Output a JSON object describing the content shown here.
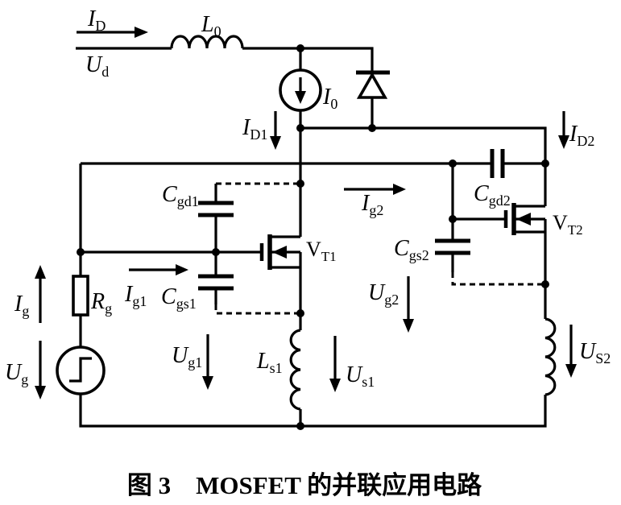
{
  "colors": {
    "line": "#000000",
    "background": "#ffffff"
  },
  "caption": "图 3　MOSFET 的并联应用电路",
  "labels": {
    "i_d": {
      "main": "I",
      "sub": "D"
    },
    "u_d": {
      "main": "U",
      "sub": "d"
    },
    "l0": {
      "main": "L",
      "sub": "0"
    },
    "i0": {
      "main": "I",
      "sub": "0"
    },
    "i_d1": {
      "main": "I",
      "sub": "D1"
    },
    "i_d2": {
      "main": "I",
      "sub": "D2"
    },
    "c_gd1": {
      "main": "C",
      "sub": "gd1"
    },
    "c_gs1": {
      "main": "C",
      "sub": "gs1"
    },
    "c_gd2": {
      "main": "C",
      "sub": "gd2"
    },
    "c_gs2": {
      "main": "C",
      "sub": "gs2"
    },
    "i_g1": {
      "main": "I",
      "sub": "g1"
    },
    "i_g2": {
      "main": "I",
      "sub": "g2"
    },
    "v_t1": {
      "main": "V",
      "sub": "T1"
    },
    "v_t2": {
      "main": "V",
      "sub": "T2"
    },
    "r_g": {
      "main": "R",
      "sub": "g"
    },
    "i_g": {
      "main": "I",
      "sub": "g"
    },
    "u_g": {
      "main": "U",
      "sub": "g"
    },
    "u_g1": {
      "main": "U",
      "sub": "g1"
    },
    "u_g2": {
      "main": "U",
      "sub": "g2"
    },
    "l_s1": {
      "main": "L",
      "sub": "s1"
    },
    "u_s1": {
      "main": "U",
      "sub": "s1"
    },
    "u_s2": {
      "main": "U",
      "sub": "S2"
    }
  }
}
